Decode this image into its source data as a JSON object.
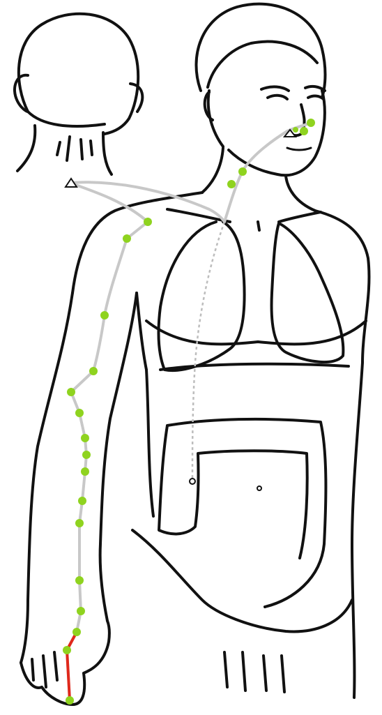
{
  "diagram": {
    "kind": "anatomical-meridian-illustration",
    "colors": {
      "outline": "#111111",
      "meridian_path": "#c8c8c8",
      "internal_path": "#bdbdbd",
      "acupoint": "#8fd31f",
      "terminal_segment": "#e0281b"
    },
    "acupoint_count": 21,
    "terminal_segment": "index-finger"
  }
}
